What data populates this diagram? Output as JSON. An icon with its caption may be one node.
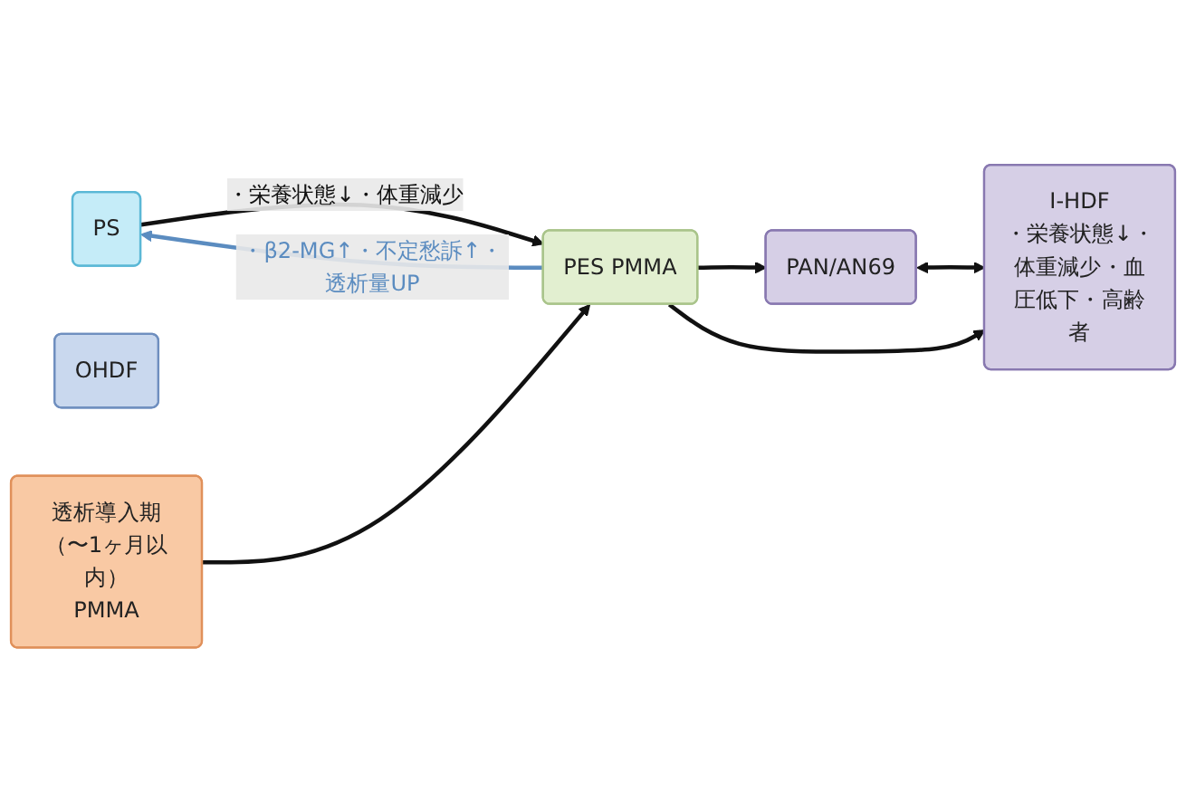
{
  "diagram": {
    "nodes": [
      {
        "text": [
          "PS"
        ]
      },
      {
        "text": [
          "OHDF"
        ]
      },
      {
        "text": [
          "透析導入期（〜1ヶ月以内）",
          "PMMA"
        ]
      },
      {
        "text": [
          "PES PMMA"
        ]
      },
      {
        "text": [
          "PAN/AN69"
        ]
      },
      {
        "text": [
          "I-HDF",
          "・栄養状態↓・体重減少・血圧低下・高齢者"
        ]
      }
    ],
    "edges": [
      {
        "from": 3,
        "to": 0,
        "arrow": "to",
        "label": "・β2-MG↑・不定愁訴↑・透析量UP",
        "color": "#5b8cc0"
      },
      {
        "from": 0,
        "to": 3,
        "arrow": "to",
        "label": "・栄養状態↓・体重減少"
      },
      {
        "from": 2,
        "to": 3,
        "arrow": "to"
      },
      {
        "from": 3,
        "to": 4,
        "arrow": "to"
      },
      {
        "from": 3,
        "to": 5,
        "arrow": "to"
      },
      {
        "from": 4,
        "to": 5,
        "arrow": "both"
      }
    ]
  }
}
